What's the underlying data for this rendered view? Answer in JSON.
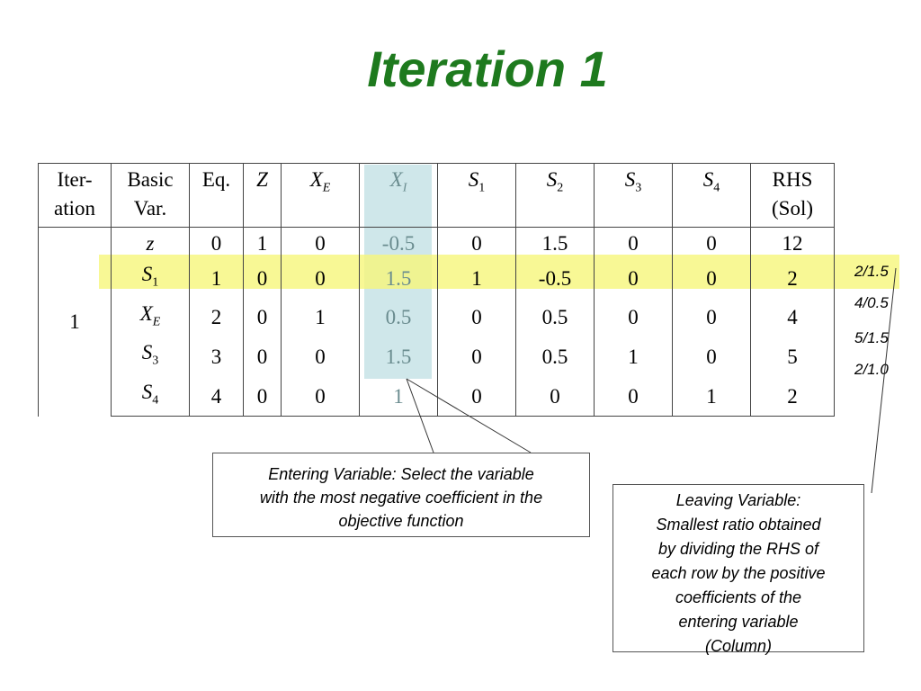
{
  "slide": {
    "title": "Iteration 1"
  },
  "table": {
    "headers": {
      "iteration": [
        "Iter-",
        "ation"
      ],
      "basic_var": [
        "Basic",
        "Var."
      ],
      "eq": "Eq.",
      "z": "Z",
      "xe": {
        "base": "X",
        "sub": "E"
      },
      "xi": {
        "base": "X",
        "sub": "I"
      },
      "s1": {
        "base": "S",
        "sub": "1"
      },
      "s2": {
        "base": "S",
        "sub": "2"
      },
      "s3": {
        "base": "S",
        "sub": "3"
      },
      "s4": {
        "base": "S",
        "sub": "4"
      },
      "rhs": [
        "RHS",
        "(Sol)"
      ]
    },
    "iteration_value": "1",
    "rows": [
      {
        "basic": {
          "base": "z",
          "sub": ""
        },
        "values": [
          "0",
          "1",
          "0",
          "-0.5",
          "0",
          "1.5",
          "0",
          "0",
          "12"
        ]
      },
      {
        "basic": {
          "base": "S",
          "sub": "1"
        },
        "values": [
          "1",
          "0",
          "0",
          "1.5",
          "1",
          "-0.5",
          "0",
          "0",
          "2"
        ]
      },
      {
        "basic": {
          "base": "X",
          "sub": "E"
        },
        "values": [
          "2",
          "0",
          "1",
          "0.5",
          "0",
          "0.5",
          "0",
          "0",
          "4"
        ]
      },
      {
        "basic": {
          "base": "S",
          "sub": "3"
        },
        "values": [
          "3",
          "0",
          "0",
          "1.5",
          "0",
          "0.5",
          "1",
          "0",
          "5"
        ]
      },
      {
        "basic": {
          "base": "S",
          "sub": "4"
        },
        "values": [
          "4",
          "0",
          "0",
          "1",
          "0",
          "0",
          "0",
          "1",
          "2"
        ]
      }
    ]
  },
  "ratios": [
    "2/1.5",
    "4/0.5",
    "5/1.5",
    "2/1.0"
  ],
  "callouts": {
    "entering": [
      "Entering Variable: Select the variable",
      "with the most negative coefficient in the",
      "objective function"
    ],
    "leaving": [
      "Leaving Variable:",
      "Smallest ratio obtained",
      "by dividing the RHS of",
      "each row by the positive",
      "coefficients of the",
      "entering variable",
      "(Column)"
    ]
  },
  "colors": {
    "title": "#1e7a1e",
    "pivot_column_highlight": "#bfdfe3",
    "pivot_row_highlight": "#f6f67a"
  }
}
